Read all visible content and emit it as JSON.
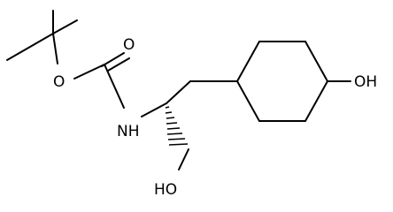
{
  "molecule": {
    "atoms": {
      "carbonyl_oxygen": "O",
      "ester_oxygen": "O",
      "amide_nitrogen": "NH",
      "ring_hydroxyl": "OH",
      "chain_hydroxyl": "HO"
    },
    "bond_color": "#000000",
    "background": "#ffffff"
  }
}
